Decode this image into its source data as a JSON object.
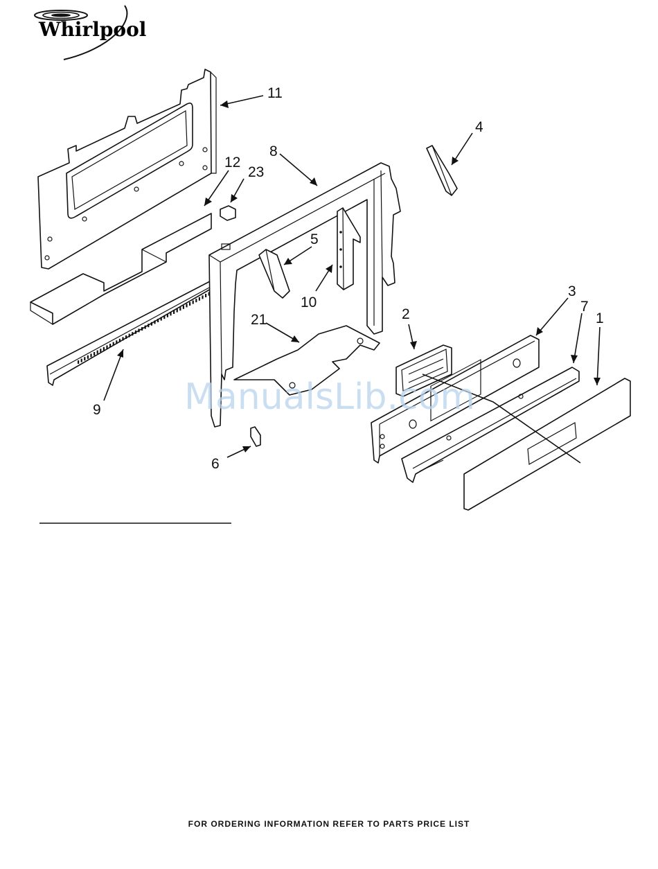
{
  "brand": {
    "name": "Whirlpool"
  },
  "watermark": "ManualsLib.com",
  "callouts": {
    "c1": "1",
    "c2": "2",
    "c3": "3",
    "c4": "4",
    "c5": "5",
    "c6": "6",
    "c7": "7",
    "c8": "8",
    "c9": "9",
    "c10": "10",
    "c11": "11",
    "c12": "12",
    "c21": "21",
    "c23": "23"
  },
  "footer": "FOR ORDERING INFORMATION REFER TO PARTS PRICE LIST",
  "colors": {
    "ink": "#111111",
    "watermark": "#b9d3ee"
  }
}
